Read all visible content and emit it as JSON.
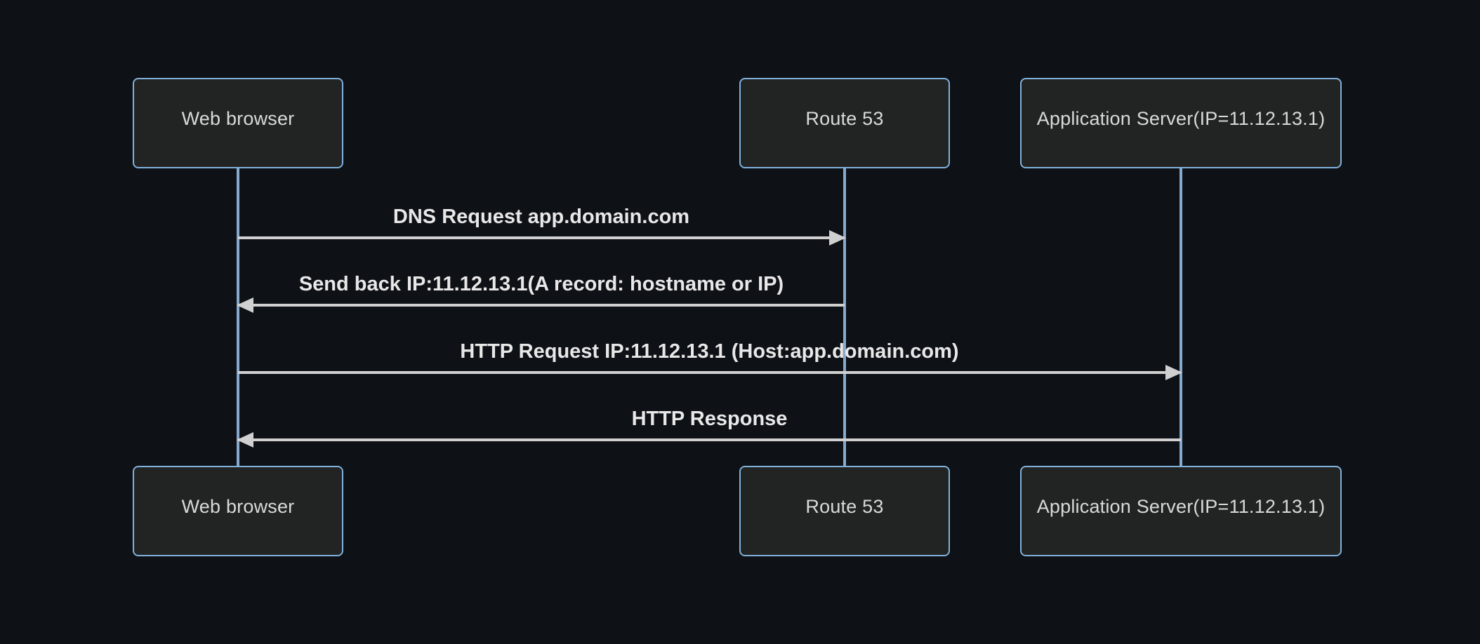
{
  "diagram": {
    "type": "sequence",
    "participants": [
      {
        "id": "browser",
        "label": "Web browser"
      },
      {
        "id": "route53",
        "label": "Route 53"
      },
      {
        "id": "appserver",
        "label": "Application Server(IP=11.12.13.1)"
      }
    ],
    "messages": [
      {
        "from": "browser",
        "to": "route53",
        "direction": "right",
        "label": "DNS Request app.domain.com"
      },
      {
        "from": "route53",
        "to": "browser",
        "direction": "left",
        "label": "Send back IP:11.12.13.1(A record: hostname or IP)"
      },
      {
        "from": "browser",
        "to": "appserver",
        "direction": "right",
        "label": "HTTP Request IP:11.12.13.1 (Host:app.domain.com)"
      },
      {
        "from": "appserver",
        "to": "browser",
        "direction": "left",
        "label": "HTTP Response"
      }
    ],
    "colors": {
      "background": "#0e1116",
      "actor_fill": "#222424",
      "actor_border": "#81b1db",
      "actor_text": "#d9d9d9",
      "lifeline": "#86a9ce",
      "signal_line": "#d0d0d0",
      "message_text": "#e8e8e8"
    }
  }
}
